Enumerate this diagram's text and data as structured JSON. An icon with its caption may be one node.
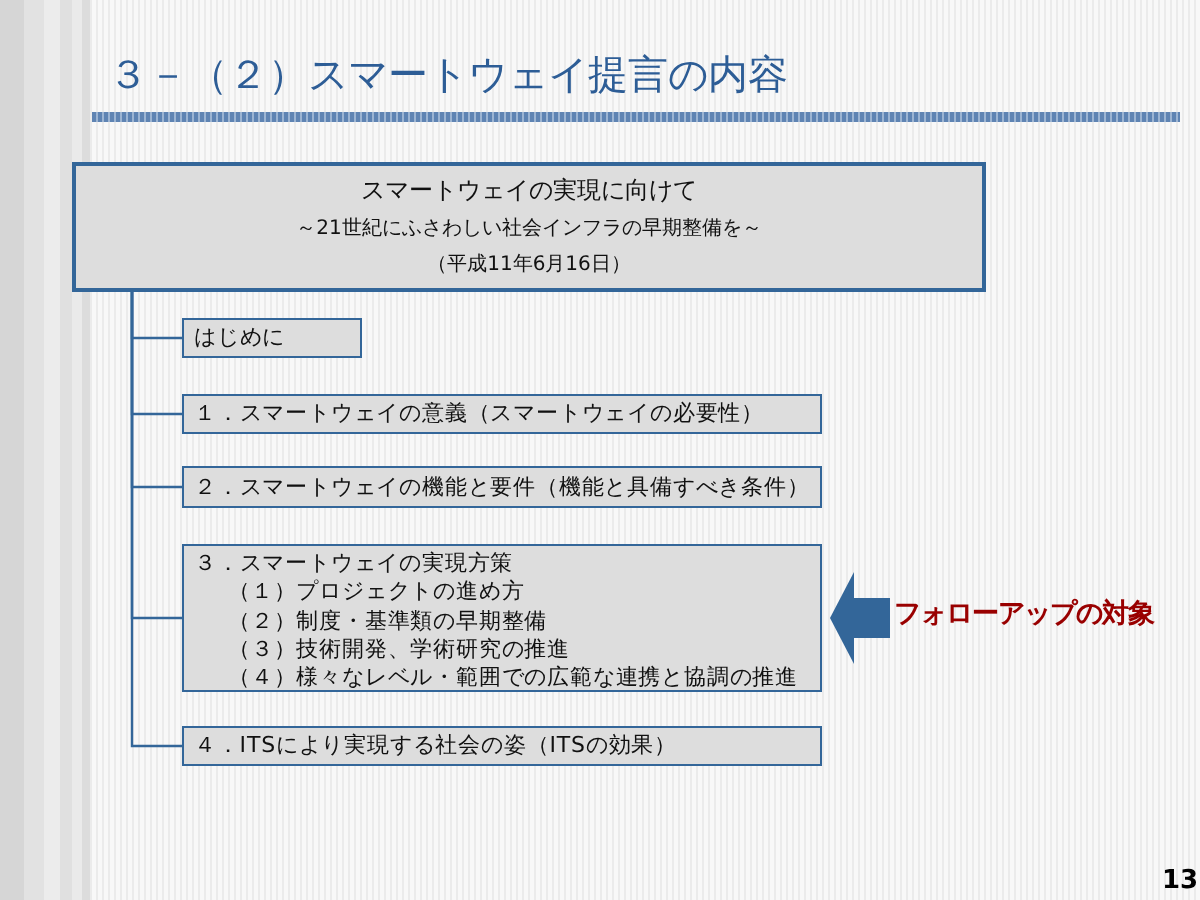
{
  "diagram": {
    "title": "３－（２）スマートウェイ提言の内容",
    "nodes": [
      {
        "text": [
          "スマートウェイの実現に向けて",
          "～21世紀にふさわしい社会インフラの早期整備を～",
          "（平成11年6月16日）"
        ]
      },
      {
        "text": [
          "はじめに"
        ]
      },
      {
        "text": [
          "１．スマートウェイの意義（スマートウェイの必要性）"
        ]
      },
      {
        "text": [
          "２．スマートウェイの機能と要件（機能と具備すべき条件）"
        ]
      },
      {
        "text": [
          "３．スマートウェイの実現方策",
          "（１）プロジェクトの進め方",
          "（２）制度・基準類の早期整備",
          "（３）技術開発、学術研究の推進",
          "（４）様々なレベル・範囲での広範な連携と協調の推進"
        ]
      },
      {
        "text": [
          "４．ITSにより実現する社会の姿（ITSの効果）"
        ]
      },
      {
        "text": [
          "フォローアップの対象"
        ]
      }
    ],
    "edges": [
      {
        "from": 0,
        "to": 1,
        "arrow": "none"
      },
      {
        "from": 0,
        "to": 2,
        "arrow": "none"
      },
      {
        "from": 0,
        "to": 3,
        "arrow": "none"
      },
      {
        "from": 0,
        "to": 4,
        "arrow": "none"
      },
      {
        "from": 0,
        "to": 5,
        "arrow": "none"
      },
      {
        "from": 6,
        "to": 4,
        "arrow": "to",
        "style": "thick"
      }
    ],
    "labels": [
      "13"
    ]
  }
}
